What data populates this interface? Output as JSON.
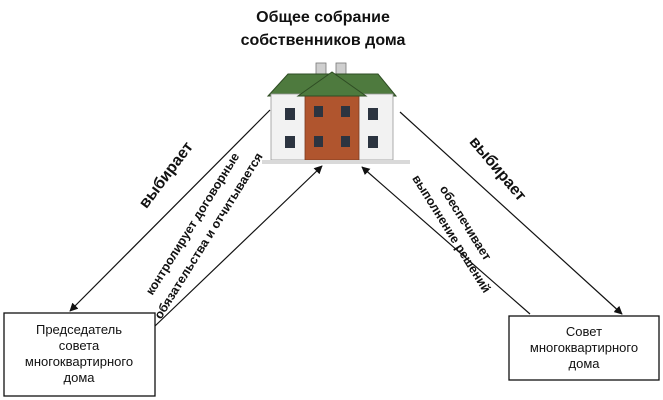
{
  "title": {
    "line1": "Общее собрание",
    "line2": "собственников дома"
  },
  "nodes": {
    "chairman": {
      "lines": [
        "Председатель",
        "совета",
        "многоквартирного",
        "дома"
      ]
    },
    "council": {
      "lines": [
        "Совет",
        "многоквартирного",
        "дома"
      ]
    }
  },
  "edges": {
    "assembly_to_chairman": {
      "label": "выбирает"
    },
    "chairman_to_assembly": {
      "lines": [
        "контролирует договорные",
        "обязательства и отчитывается"
      ]
    },
    "assembly_to_council": {
      "label": "выбирает"
    },
    "council_to_assembly": {
      "lines": [
        "обеспечивает",
        "выполнение решений"
      ]
    }
  },
  "icons": {
    "center": "house-icon"
  },
  "colors": {
    "roof": "#4e7a3e",
    "brick": "#b0552e",
    "wall": "#f2f2f2",
    "window": "#2c3440",
    "line": "#111111"
  }
}
